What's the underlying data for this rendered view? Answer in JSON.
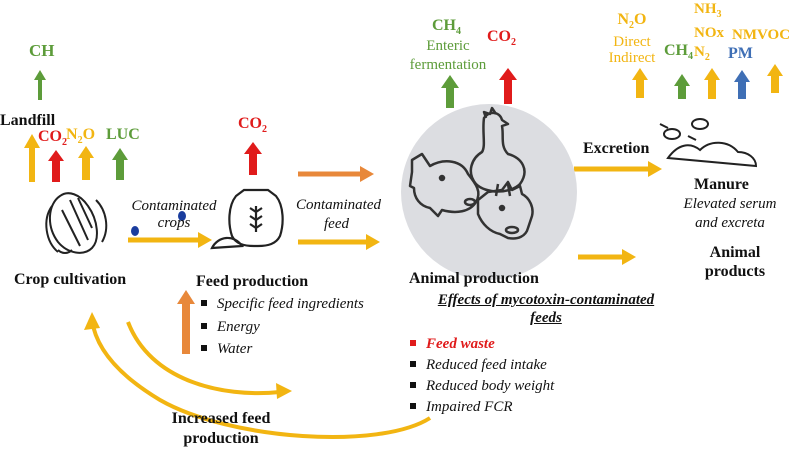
{
  "colors": {
    "green": "#5d9c3a",
    "red": "#e01b1b",
    "gold": "#f2b512",
    "blue": "#3f6fb5",
    "orange": "#e8883a",
    "circle_gray": "#dcdde1"
  },
  "crop": {
    "ch": "CH",
    "landfill": "Landfill",
    "co2": "CO",
    "co2_sub": "2",
    "n2o_n": "N",
    "n2o_sub": "2",
    "n2o_o": "O",
    "luc": "LUC",
    "contaminated_crops_1": "Contaminated",
    "contaminated_crops_2": "crops",
    "title": "Crop cultivation"
  },
  "feed": {
    "co2": "CO",
    "co2_sub": "2",
    "title": "Feed production",
    "items": [
      "Specific feed ingredients",
      "Energy",
      "Water"
    ]
  },
  "contaminated_feed": {
    "line1": "Contaminated",
    "line2": "feed"
  },
  "animal": {
    "ch4": "CH",
    "ch4_sub": "4",
    "enteric_1": "Enteric",
    "enteric_2": "fermentation",
    "co2": "CO",
    "co2_sub": "2",
    "title": "Animal production",
    "effects_title_1": "Effects of mycotoxin-contaminated",
    "effects_title_2": "feeds",
    "effects": [
      "Feed waste",
      "Reduced feed intake",
      "Reduced body weight",
      "Impaired FCR"
    ]
  },
  "excretion": "Excretion",
  "manure": {
    "n2o_n": "N",
    "n2o_sub": "2",
    "n2o_o": "O",
    "direct": "Direct",
    "indirect": "Indirect",
    "ch4": "CH",
    "ch4_sub": "4",
    "nh3": "NH",
    "nh3_sub": "3",
    "nox": "NOx",
    "n2": "N",
    "n2_sub": "2",
    "pm": "PM",
    "nmvoc": "NMVOC",
    "title": "Manure",
    "sub_1": "Elevated serum",
    "sub_2": "and excreta"
  },
  "animal_products_1": "Animal",
  "animal_products_2": "products",
  "increased_1": "Increased feed",
  "increased_2": "production"
}
